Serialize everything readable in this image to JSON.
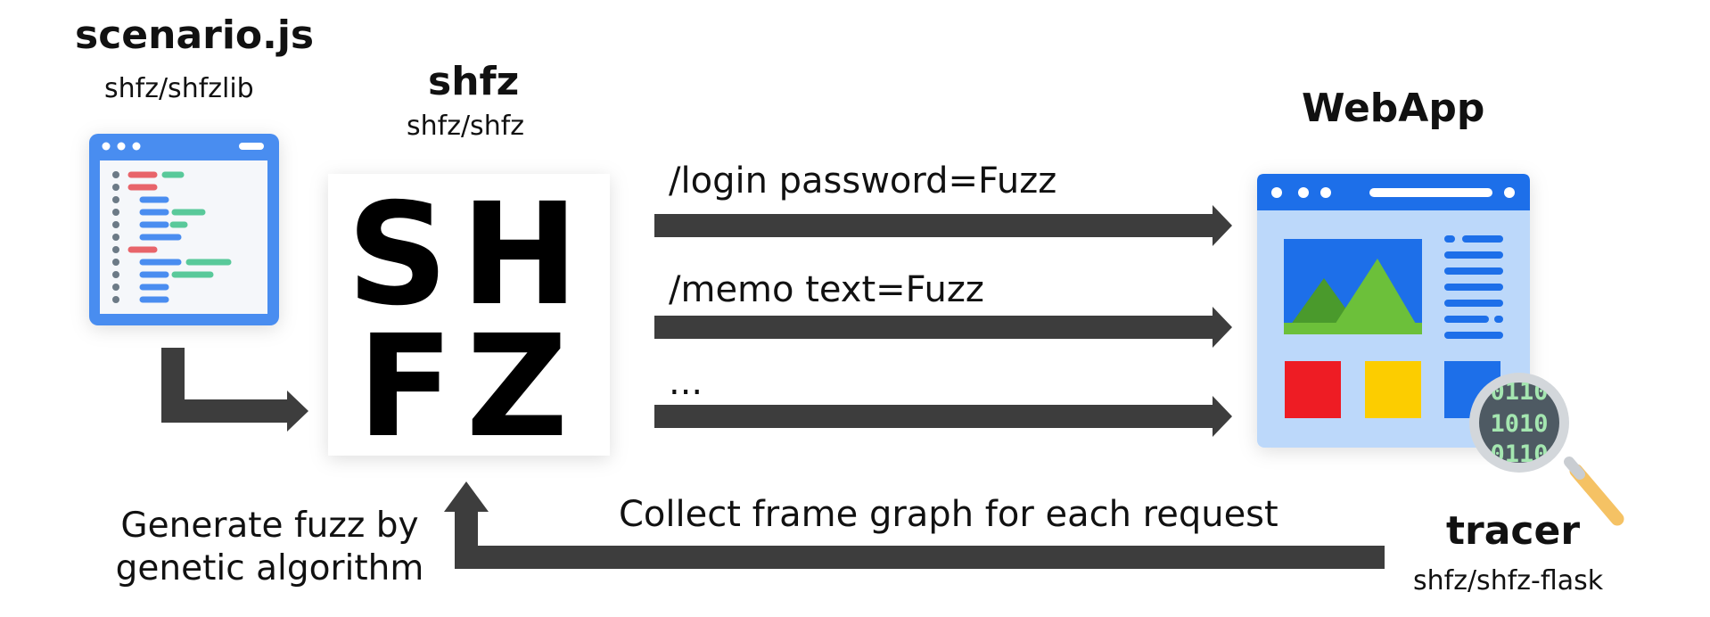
{
  "scenario": {
    "title": "scenario.js",
    "path": "shfz/shfzlib"
  },
  "shfz": {
    "title": "shfz",
    "path": "shfz/shfz",
    "logo_top": "SH",
    "logo_bottom": "FZ"
  },
  "webapp": {
    "title": "WebApp"
  },
  "tracer": {
    "title": "tracer",
    "path": "shfz/shfz-flask",
    "magnifier_digits": [
      "0110",
      "1010",
      "0110"
    ]
  },
  "requests": [
    "/login password=Fuzz",
    "/memo text=Fuzz",
    "..."
  ],
  "collect_label": "Collect frame graph for each request",
  "generate_label": "Generate fuzz by genetic algorithm",
  "colors": {
    "arrow": "#3d3d3d",
    "window_blue": "#4a8df0",
    "window_light": "#bcd8fa",
    "mountain_dark": "#4a9a2c",
    "mountain_light": "#6cc03a",
    "red": "#ee1c24",
    "yellow": "#fccd00",
    "code_red": "#e8646a",
    "code_green": "#59c99a"
  }
}
